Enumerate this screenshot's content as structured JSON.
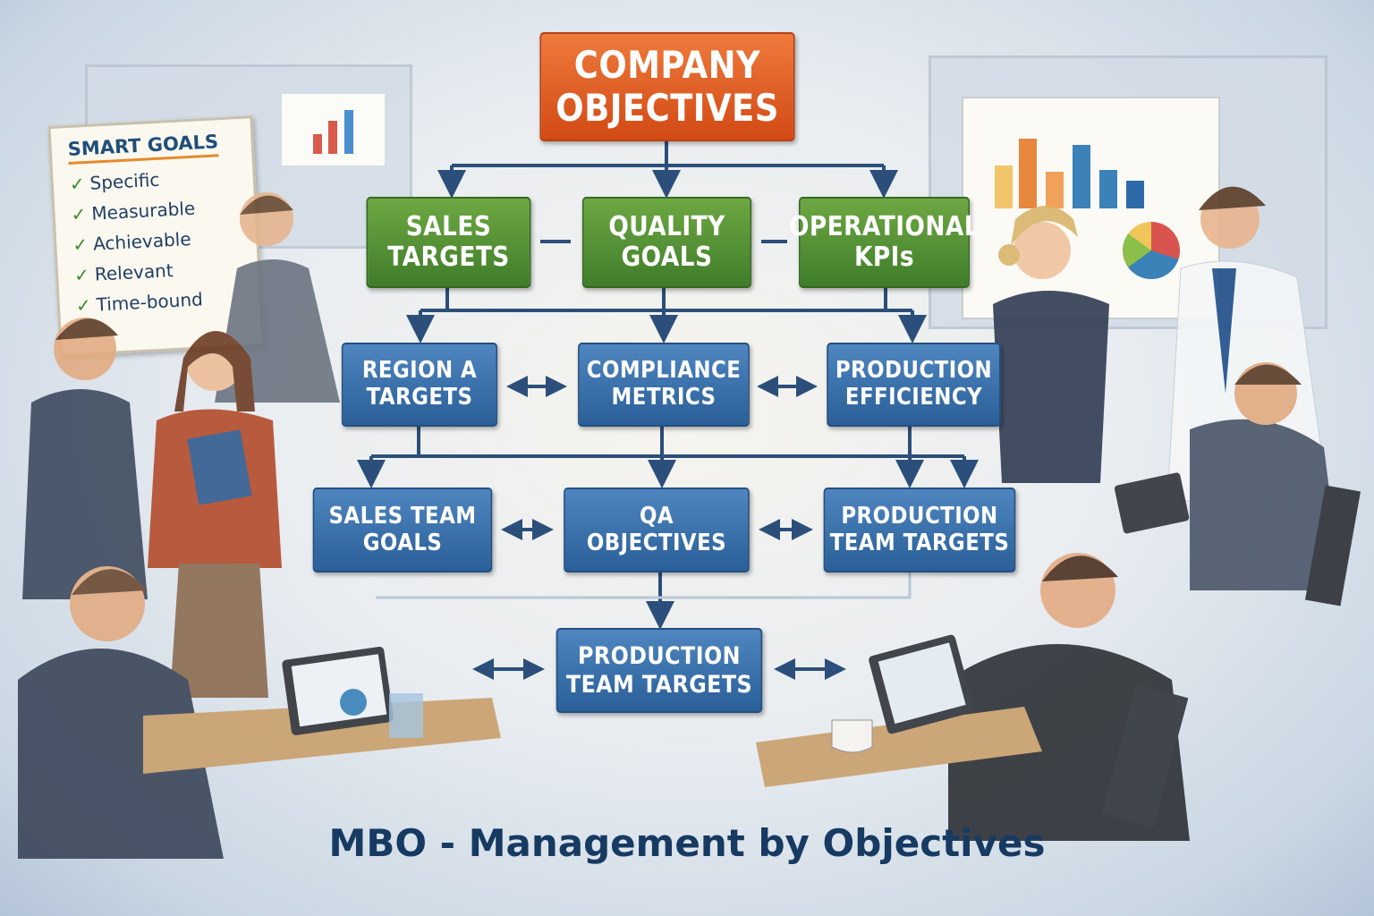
{
  "root": {
    "label": "COMPANY\nOBJECTIVES"
  },
  "level1": [
    {
      "label": "SALES\nTARGETS"
    },
    {
      "label": "QUALITY\nGOALS"
    },
    {
      "label": "OPERATIONAL\nKPIs"
    }
  ],
  "level2": [
    {
      "label": "REGION A\nTARGETS"
    },
    {
      "label": "COMPLIANCE\nMETRICS"
    },
    {
      "label": "PRODUCTION\nEFFICIENCY"
    }
  ],
  "level3": [
    {
      "label": "SALES TEAM\nGOALS"
    },
    {
      "label": "QA\nOBJECTIVES"
    },
    {
      "label": "PRODUCTION\nTEAM TARGETS"
    }
  ],
  "level4": {
    "label": "PRODUCTION\nTEAM TARGETS"
  },
  "smart_board": {
    "title": "SMART GOALS",
    "items": [
      "Specific",
      "Measurable",
      "Achievable",
      "Relevant",
      "Time-bound"
    ]
  },
  "caption": "MBO - Management by Objectives",
  "colors": {
    "root": "#d9531e",
    "level1": "#4f8f34",
    "levels": "#3470ac",
    "connector": "#2b4f7a",
    "caption": "#163a62"
  }
}
